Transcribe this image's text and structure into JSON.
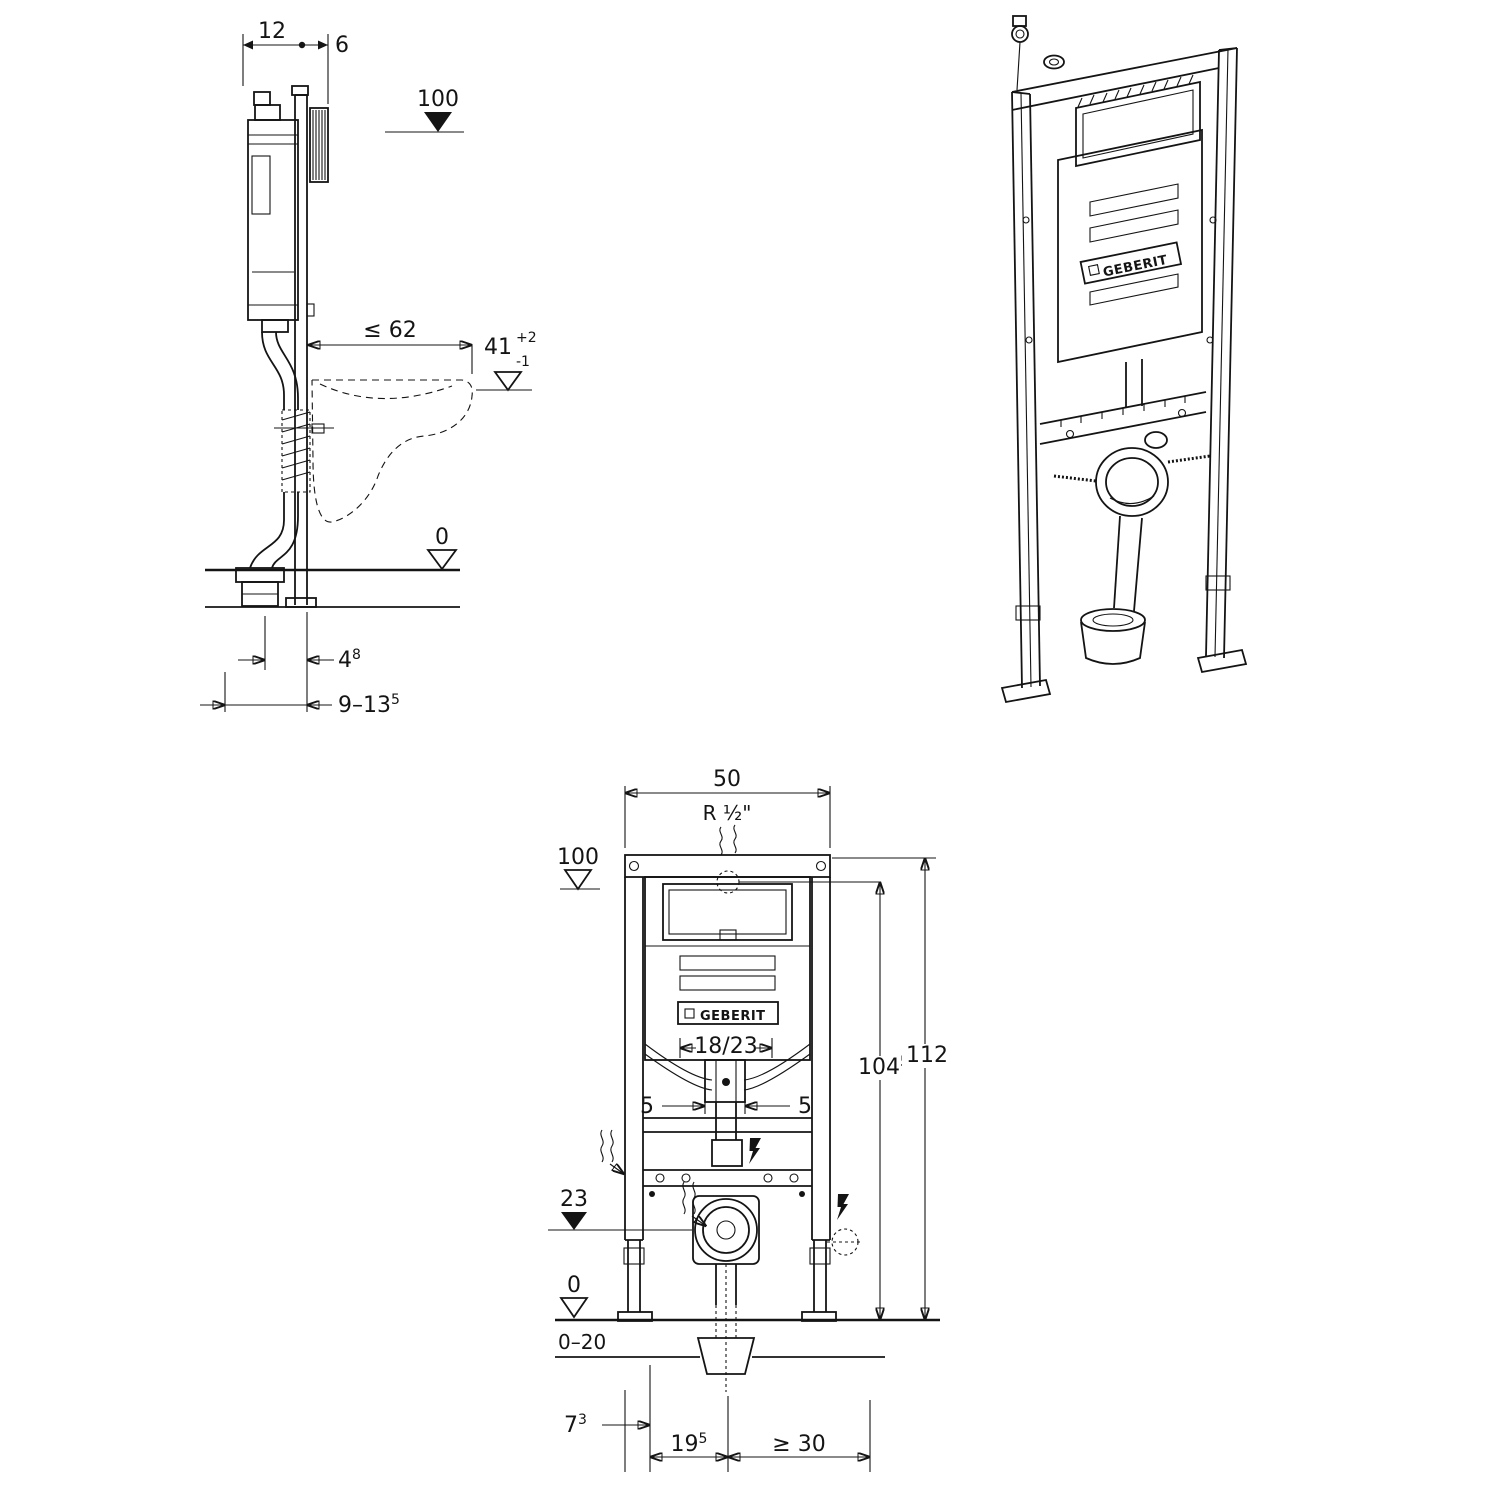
{
  "brand": "GEBERIT",
  "side_view": {
    "dim_depth_frame": "12",
    "dim_plate": "6",
    "level_top": "100",
    "dim_bowl_depth": "≤ 62",
    "dim_bowl_height": "41",
    "dim_bowl_height_tol_upper": "+2",
    "dim_bowl_height_tol_lower": "-1",
    "level_floor": "0",
    "dim_outlet_offset": "4",
    "dim_outlet_offset_sup": "8",
    "dim_outlet_range": "9–13",
    "dim_outlet_range_sup": "5"
  },
  "front_view": {
    "dim_width": "50",
    "water_connection": "R ½\"",
    "level_top": "100",
    "dim_flush_pipe": "18/23",
    "dim_left_offset": "5",
    "dim_right_offset": "5",
    "level_outlet": "23",
    "dim_total_height": "112",
    "dim_connection_height": "104",
    "dim_connection_height_sup": "5",
    "level_floor": "0",
    "floor_buildup_range": "0–20",
    "dim_foot_offset": "7",
    "dim_foot_offset_sup": "3",
    "dim_outlet_center": "19",
    "dim_outlet_center_sup": "5",
    "dim_side_clearance": "≥ 30"
  }
}
